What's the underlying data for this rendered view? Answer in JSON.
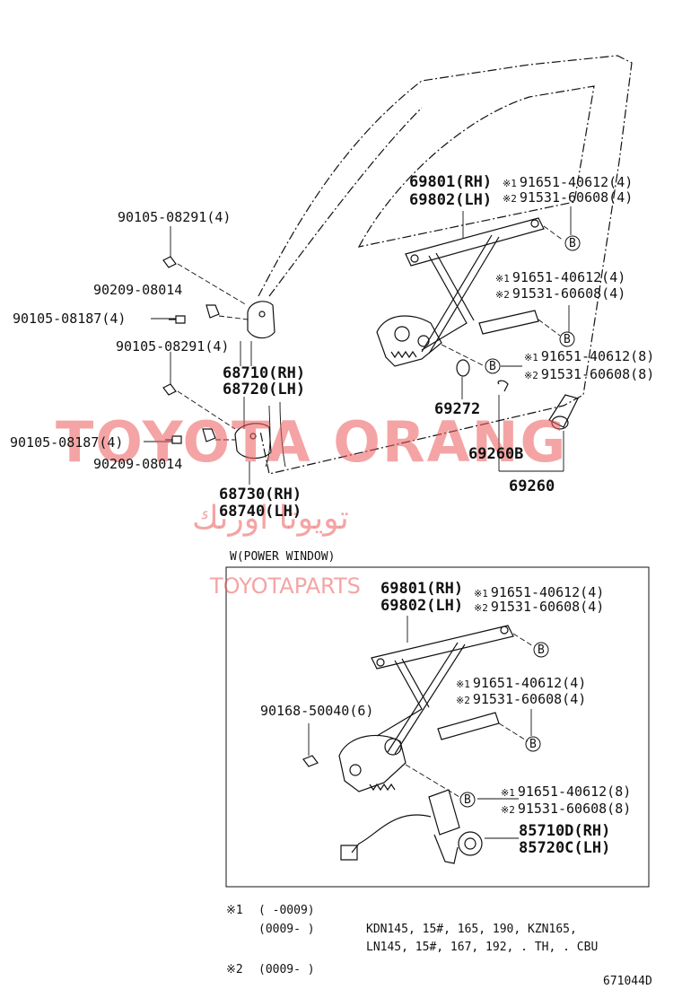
{
  "labels": {
    "p90105_08291_a": "90105-08291(4)",
    "p90209_08014_a": "90209-08014",
    "p90105_08187_a": "90105-08187(4)",
    "p90105_08291_b": "90105-08291(4)",
    "p68710": "68710(RH)",
    "p68720": "68720(LH)",
    "p90105_08187_b": "90105-08187(4)",
    "p90209_08014_b": "90209-08014",
    "p68730": "68730(RH)",
    "p68740": "68740(LH)",
    "p69801_a": "69801(RH)",
    "p69802_a": "69802(LH)",
    "p69272": "69272",
    "p69260b": "69260B",
    "p69260": "69260",
    "pw_title": "W(POWER WINDOW)",
    "p69801_b": "69801(RH)",
    "p69802_b": "69802(LH)",
    "p90168": "90168-50040(6)",
    "p85710d": "85710D(RH)",
    "p85720c": "85720C(LH)",
    "ref_top_1": "91651-40612(4)",
    "ref_top_2": "91531-60608(4)",
    "ref_mid_1": "91651-40612(4)",
    "ref_mid_2": "91531-60608(4)",
    "ref_low_1": "91651-40612(8)",
    "ref_low_2": "91531-60608(8)",
    "w_ref_top_1": "91651-40612(4)",
    "w_ref_top_2": "91531-60608(4)",
    "w_ref_mid_1": "91651-40612(4)",
    "w_ref_mid_2": "91531-60608(4)",
    "w_ref_low_1": "91651-40612(8)",
    "w_ref_low_2": "91531-60608(8)",
    "mark_1": "※1",
    "mark_2": "※2",
    "callout_b": "B",
    "diagram_code": "671044D"
  },
  "notes": {
    "n1_mark": "※1",
    "n1_text": "(      -0009)",
    "n1_line2_a": "(0009-      )",
    "n1_line2_b": "KDN145, 15#, 165, 190, KZN165,",
    "n1_line3": "LN145, 15#, 167, 192, . TH, . CBU",
    "n2_mark": "※2",
    "n2_text": "(0009-      )"
  },
  "watermarks": {
    "main": "TOYOTA ORANG",
    "arabic": "تويوتا اورنك",
    "site": "TOYOTAPARTS"
  }
}
